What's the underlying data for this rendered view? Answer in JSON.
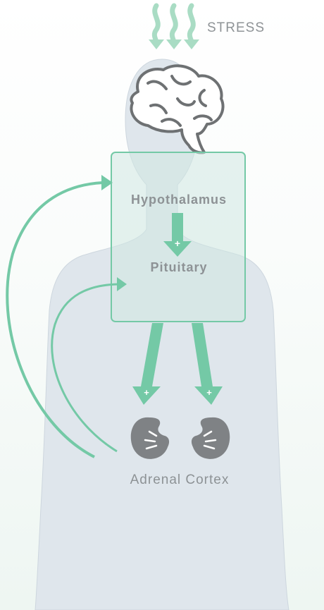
{
  "labels": {
    "stress": "STRESS",
    "hypothalamus": "Hypothalamus",
    "pituitary": "Pituitary",
    "adrenal_cortex": "Adrenal Cortex",
    "plus": "+"
  },
  "colors": {
    "accent": "#74c9a6",
    "silhouette": "#dfe6ec",
    "organ": "#8b8d8f",
    "text": "#8e9396"
  },
  "icons": [
    "wavy-stress-arrows-icon",
    "brain-icon",
    "kidney-icon",
    "arrow-icon"
  ]
}
